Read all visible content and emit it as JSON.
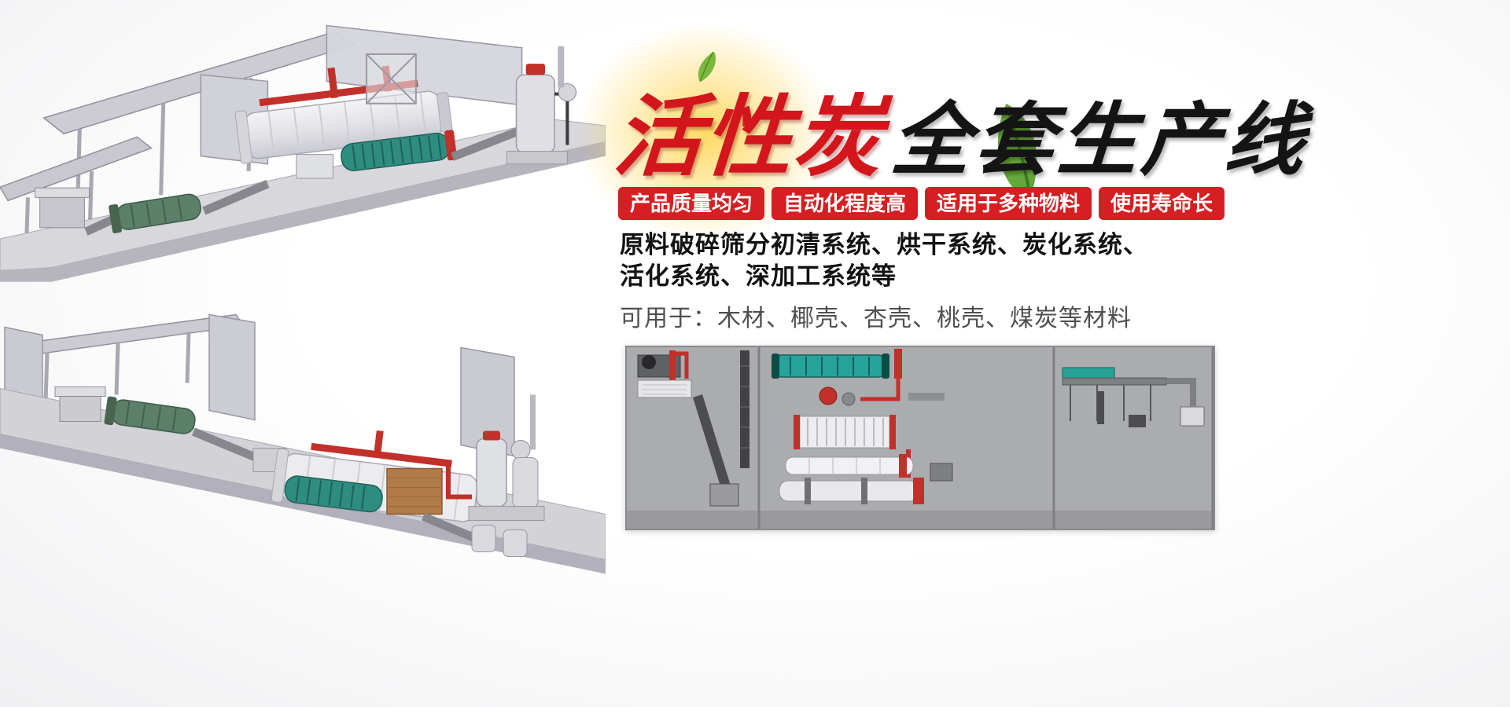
{
  "banner": {
    "title": {
      "highlight": "活性炭",
      "rest": "全套生产线"
    },
    "feature_badges": [
      "产品质量均匀",
      "自动化程度高",
      "适用于多种物料",
      "使用寿命长"
    ],
    "description_line1": "原料破碎筛分初清系统、烘干系统、炭化系统、",
    "description_line2": "活化系统、深加工系统等",
    "materials_line": "可用于：木材、椰壳、杏壳、桃壳、煤炭等材料",
    "colors": {
      "badge_red": "#d61f22",
      "title_red": "#d3161c",
      "title_black": "#141414",
      "materials_gray": "#4f4f4f",
      "accent_teal": "#2f8c81",
      "pipe_red": "#c2302a",
      "diagram_gray": "#abacae"
    },
    "illustrations": {
      "top_left": "activated-carbon-production-line-3d-render-top",
      "bottom_left": "activated-carbon-production-line-3d-render-bottom",
      "bottom_right": "production-line-layout-diagram",
      "decorations": [
        "leaf-icon-small",
        "leaf-icon-large",
        "title-glow"
      ]
    }
  }
}
